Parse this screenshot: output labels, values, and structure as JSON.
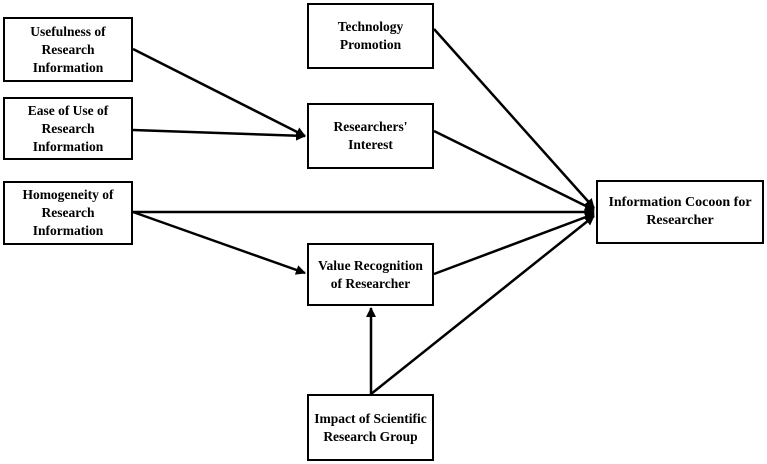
{
  "nodes": {
    "usefulness": "Usefulness of Research Information",
    "ease_of_use": "Ease of Use of Research Information",
    "homogeneity": "Homogeneity of Research Information",
    "technology_promotion": "Technology Promotion",
    "researchers_interest": "Researchers' Interest",
    "value_recognition": "Value Recognition of Researcher",
    "impact_group": "Impact of Scientific Research Group",
    "information_cocoon": "Information Cocoon for Researcher"
  },
  "edges": [
    {
      "from": "usefulness",
      "to": "researchers_interest"
    },
    {
      "from": "ease_of_use",
      "to": "researchers_interest"
    },
    {
      "from": "homogeneity",
      "to": "information_cocoon"
    },
    {
      "from": "homogeneity",
      "to": "value_recognition"
    },
    {
      "from": "technology_promotion",
      "to": "information_cocoon"
    },
    {
      "from": "researchers_interest",
      "to": "information_cocoon"
    },
    {
      "from": "value_recognition",
      "to": "information_cocoon"
    },
    {
      "from": "impact_group",
      "to": "value_recognition"
    },
    {
      "from": "impact_group",
      "to": "information_cocoon"
    }
  ],
  "colors": {
    "stroke": "#000000",
    "background": "#ffffff"
  }
}
